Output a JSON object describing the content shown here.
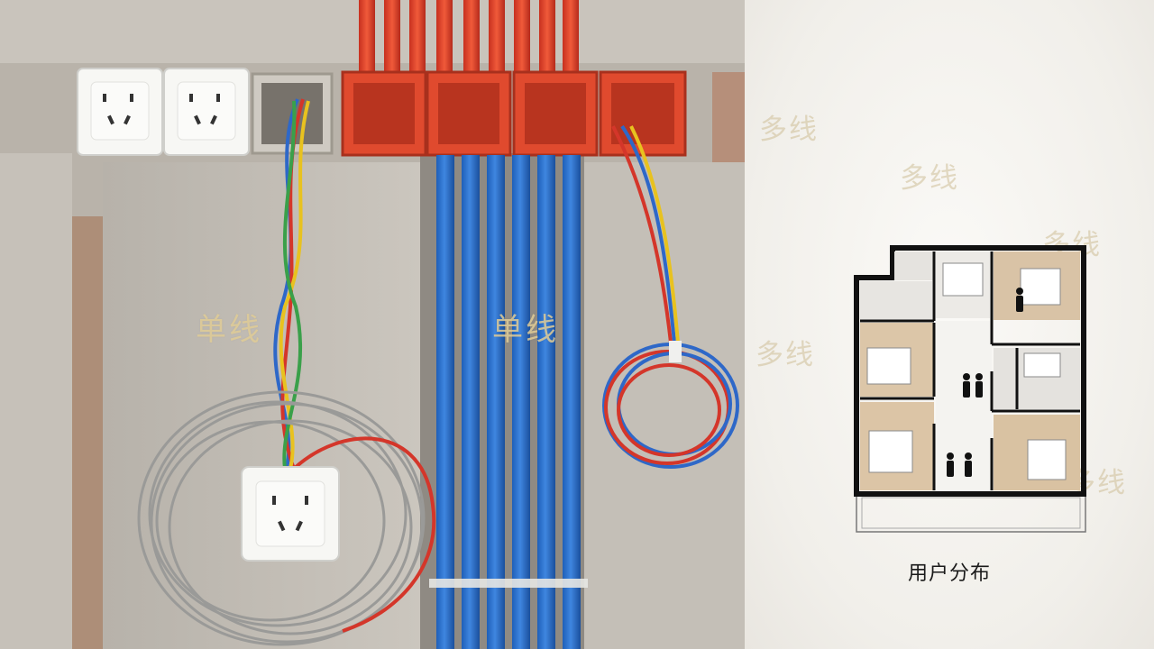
{
  "photo": {
    "label_left": "单线",
    "label_center": "单线"
  },
  "watermarks": [
    "多线",
    "多线",
    "多线",
    "多线",
    "多线"
  ],
  "floorplan": {
    "caption": "用户分布"
  }
}
